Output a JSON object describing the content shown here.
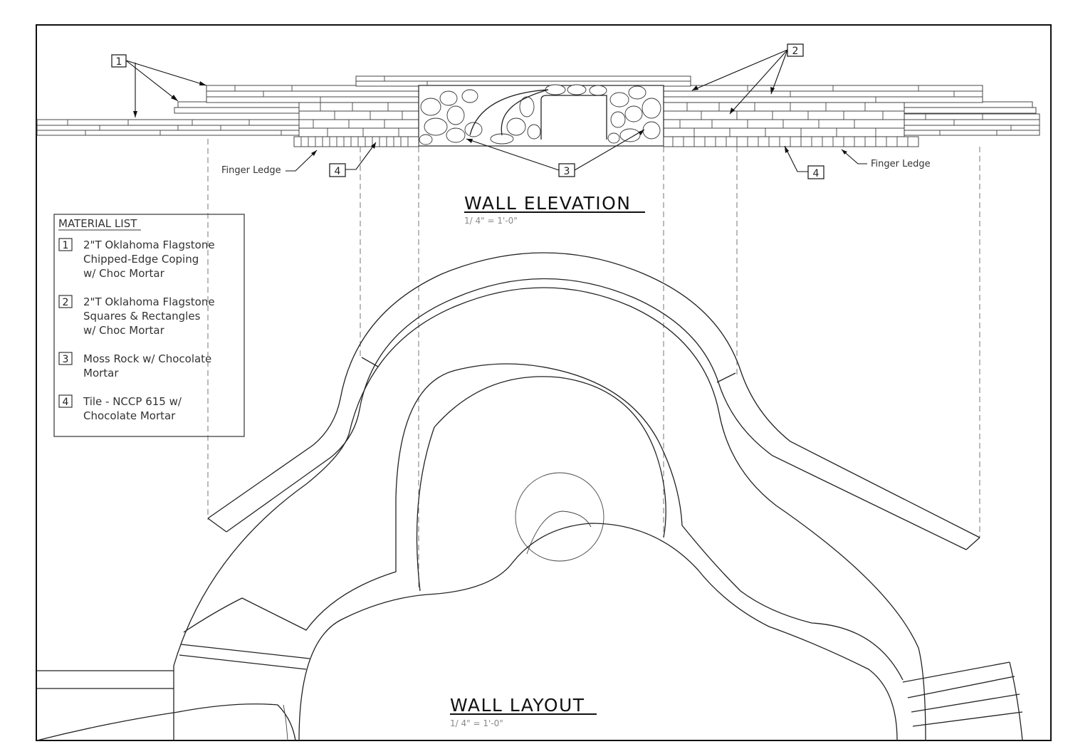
{
  "drawing": {
    "elevation_title": "WALL ELEVATION",
    "elevation_scale": "1/ 4\" = 1'-0\"",
    "layout_title": "WALL LAYOUT",
    "layout_scale": "1/ 4\" = 1'-0\"",
    "finger_ledge_left": "Finger Ledge",
    "finger_ledge_right": "Finger Ledge"
  },
  "callouts": {
    "c1": "1",
    "c2": "2",
    "c3": "3",
    "c4_left": "4",
    "c4_right": "4"
  },
  "material_list": {
    "heading": "MATERIAL LIST",
    "items": [
      {
        "key": "1",
        "lines": [
          "2\"T Oklahoma Flagstone",
          "Chipped-Edge Coping",
          "w/ Choc Mortar"
        ]
      },
      {
        "key": "2",
        "lines": [
          "2\"T Oklahoma Flagstone",
          "Squares & Rectangles",
          "w/ Choc Mortar"
        ]
      },
      {
        "key": "3",
        "lines": [
          "Moss Rock w/ Chocolate",
          "Mortar"
        ]
      },
      {
        "key": "4",
        "lines": [
          "Tile - NCCP 615 w/",
          "Chocolate Mortar"
        ]
      }
    ]
  }
}
